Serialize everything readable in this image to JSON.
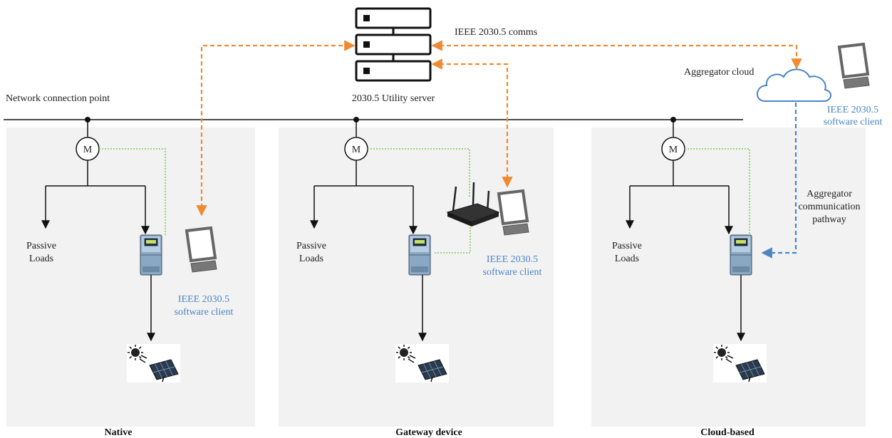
{
  "labels": {
    "network_connection_point": "Network connection point",
    "utility_server": "2030.5 Utility server",
    "ieee_comms": "IEEE 2030.5 comms",
    "aggregator_cloud": "Aggregator cloud",
    "aggregator_pathway_1": "Aggregator",
    "aggregator_pathway_2": "communication",
    "aggregator_pathway_3": "pathway",
    "meter_symbol": "M",
    "passive_loads_1": "Passive",
    "passive_loads_2": "Loads",
    "software_client_1": "IEEE 2030.5",
    "software_client_2": "software client"
  },
  "captions": {
    "native": "Native",
    "gateway": "Gateway device",
    "cloud": "Cloud-based"
  },
  "colors": {
    "panel": "#f2f2f2",
    "orange": "#f08a32",
    "blue": "#4a86c5",
    "green": "#8fcf6e",
    "cloud": "#4a86c5",
    "inverter": "#8aa8c4"
  },
  "icons": [
    "server-icon",
    "cloud-icon",
    "computer-icon",
    "router-icon",
    "inverter-icon",
    "solar-panel-icon",
    "meter-icon"
  ]
}
